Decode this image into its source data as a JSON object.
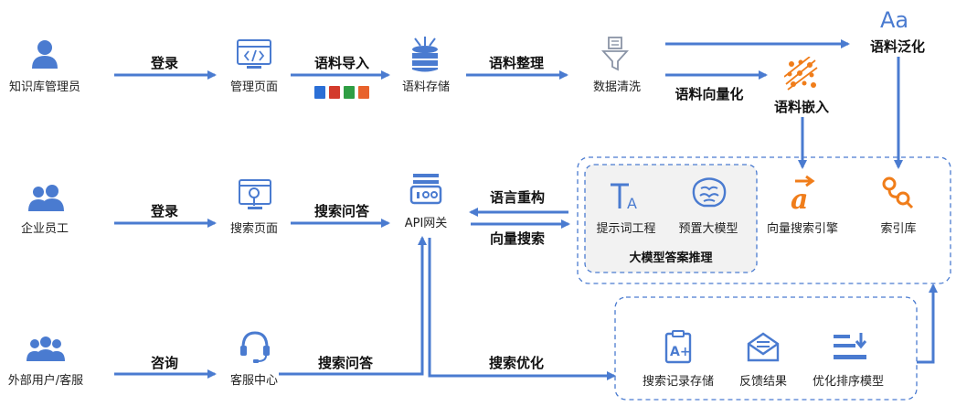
{
  "colors": {
    "primary": "#4a7bd0",
    "orange": "#f07d1a",
    "gray_icon": "#8a94a6",
    "panel_fill": "#f2f2f2"
  },
  "nodes": {
    "kb_admin": "知识库管理员",
    "manage_page": "管理页面",
    "corpus_store": "语料存储",
    "data_clean": "数据清洗",
    "corpus_general": "语料泛化",
    "corpus_embed": "语料嵌入",
    "employee": "企业员工",
    "search_page": "搜索页面",
    "api_gateway": "API网关",
    "prompt_eng": "提示词工程",
    "preset_model": "预置大模型",
    "vector_engine": "向量搜索引擎",
    "index_lib": "索引库",
    "model_panel": "大模型答案推理",
    "external_user": "外部用户/客服",
    "service_center": "客服中心",
    "search_log": "搜索记录存储",
    "feedback": "反馈结果",
    "rank_model": "优化排序模型"
  },
  "edges": {
    "login1": "登录",
    "import": "语料导入",
    "organize": "语料整理",
    "vectorize": "语料向量化",
    "login2": "登录",
    "search_qa1": "搜索问答",
    "rewrite": "语言重构",
    "vector_search": "向量搜索",
    "consult": "咨询",
    "search_qa2": "搜索问答",
    "search_opt": "搜索优化"
  },
  "icons": {
    "kb_admin": "user-icon",
    "manage_page": "code-window-icon",
    "files": "file-types-icon",
    "corpus_store": "database-icon",
    "data_clean": "funnel-icon",
    "corpus_general": "font-aa-icon",
    "corpus_embed": "embedding-icon",
    "employee": "users-icon",
    "search_page": "search-page-icon",
    "api_gateway": "gateway-icon",
    "prompt_eng": "text-ta-icon",
    "preset_model": "brain-icon",
    "vector_engine": "vector-a-icon",
    "index_lib": "index-search-icon",
    "external_user": "group-icon",
    "service_center": "headset-icon",
    "search_log": "clipboard-icon",
    "feedback": "mail-icon",
    "rank_model": "sort-icon"
  }
}
